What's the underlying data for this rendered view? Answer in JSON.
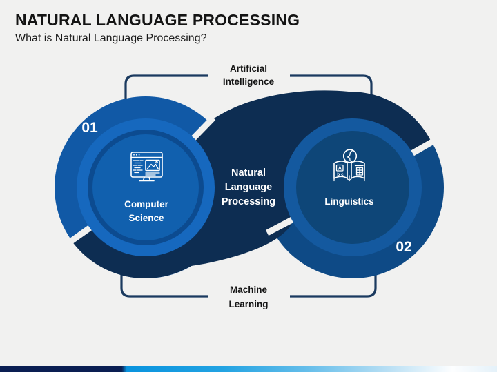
{
  "slide": {
    "title": "NATURAL LANGUAGE PROCESSING",
    "subtitle": "What is Natural Language Processing?"
  },
  "diagram": {
    "top_bracket": {
      "line1": "Artificial",
      "line2": "Intelligence"
    },
    "bottom_bracket": {
      "line1": "Machine",
      "line2": "Learning"
    },
    "center": {
      "line1": "Natural",
      "line2": "Language",
      "line3": "Processing"
    },
    "nodes": {
      "left": {
        "number": "01",
        "line1": "Computer",
        "line2": "Science",
        "icon": "computer-monitor-icon"
      },
      "right": {
        "number": "02",
        "label": "Linguistics",
        "icon": "translation-book-icon"
      }
    },
    "colors": {
      "navy_ribbon": "#0D2D52",
      "left_outer": "#1159A6",
      "left_middle": "#1668BE",
      "left_inner_ring": "#0C4B90",
      "left_disc": "#1160AE",
      "right_outer": "#0E4A86",
      "right_middle": "#14599F",
      "right_disc": "#0E4678",
      "bracket_line": "#1B3A5F",
      "bar_navy": "#0A1E52",
      "bar_blue": "#0993DE"
    }
  }
}
